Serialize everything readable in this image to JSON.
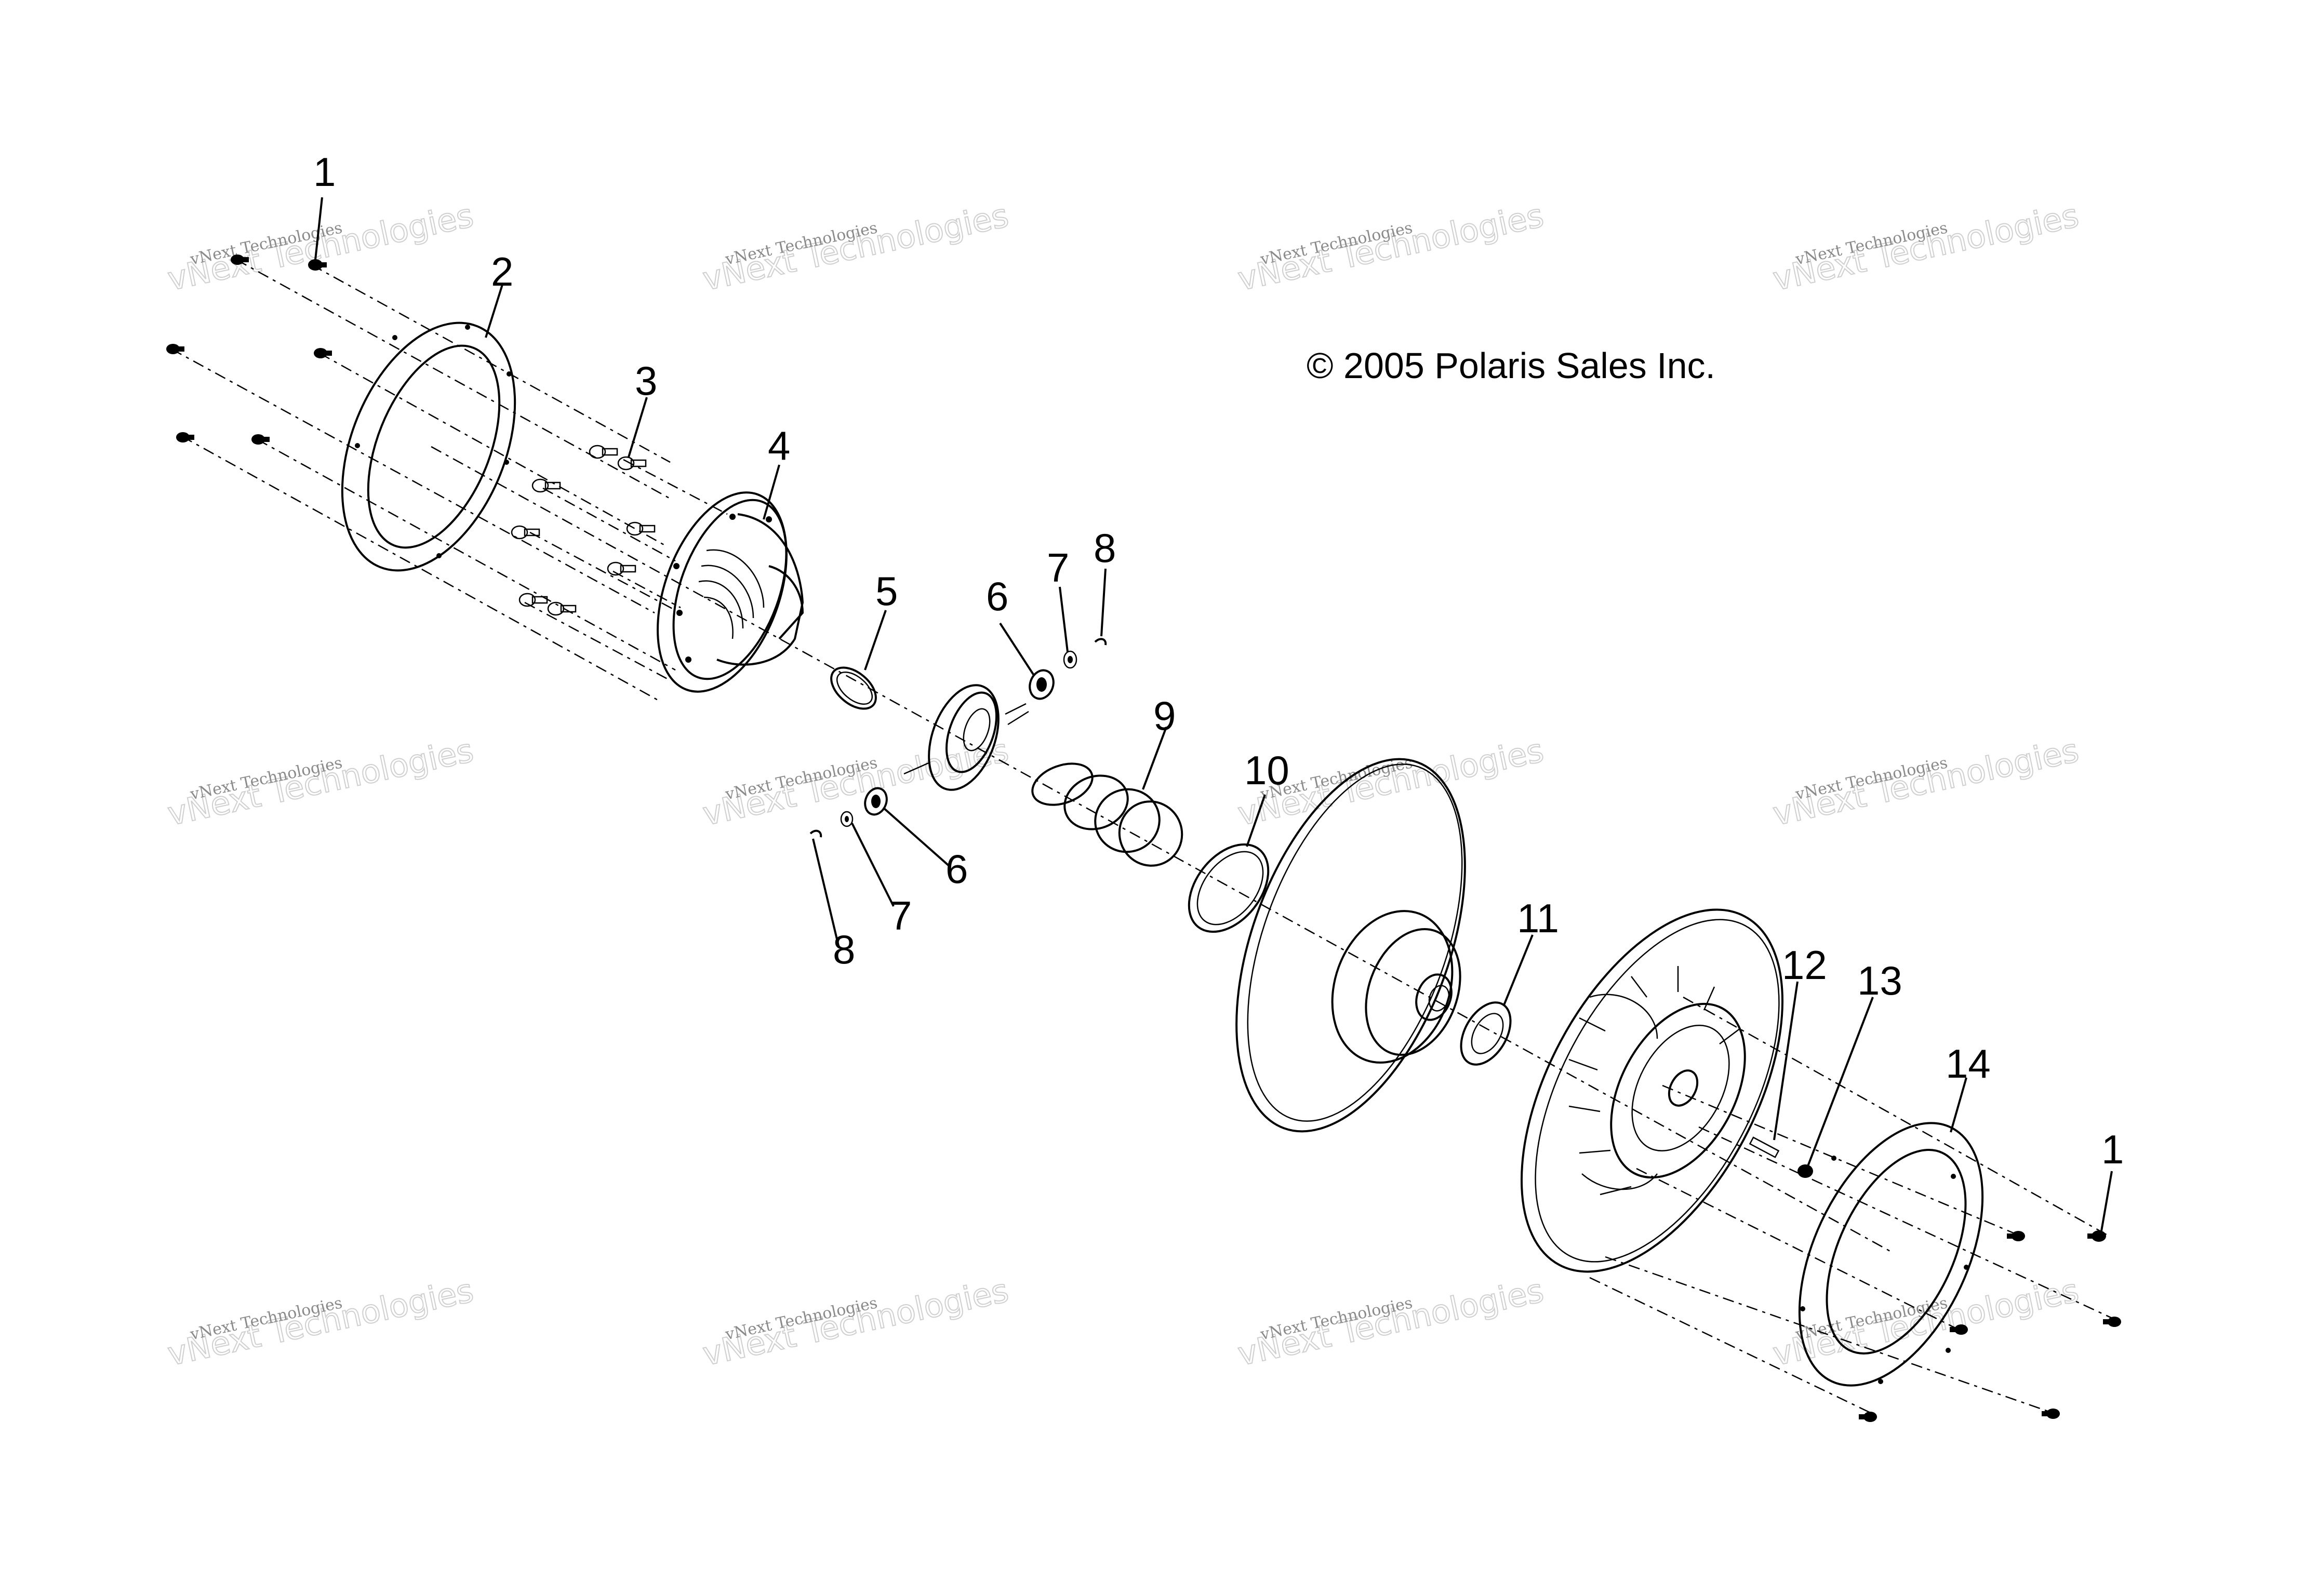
{
  "copyright": "© 2005 Polaris Sales Inc.",
  "callouts": {
    "c1_top": "1",
    "c2": "2",
    "c3": "3",
    "c4": "4",
    "c5": "5",
    "c6_upper": "6",
    "c7_upper": "7",
    "c8_upper": "8",
    "c6_lower": "6",
    "c7_lower": "7",
    "c8_lower": "8",
    "c9": "9",
    "c10": "10",
    "c11": "11",
    "c12": "12",
    "c13": "13",
    "c14": "14",
    "c1_right": "1"
  },
  "watermark": {
    "line1": "vNext Technologies",
    "line2": "vNext Technologies"
  }
}
